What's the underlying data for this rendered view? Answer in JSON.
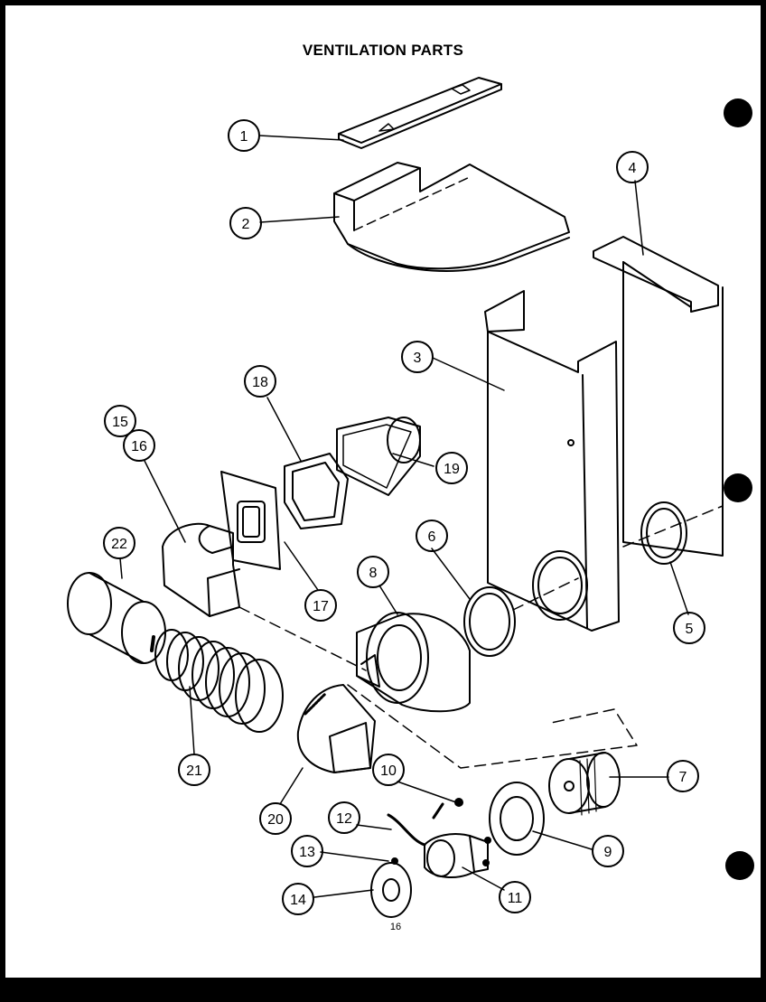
{
  "title": "VENTILATION PARTS",
  "page_number": "16",
  "callouts": [
    "1",
    "2",
    "3",
    "4",
    "5",
    "6",
    "7",
    "8",
    "9",
    "10",
    "11",
    "12",
    "13",
    "14",
    "15",
    "16",
    "17",
    "18",
    "19",
    "20",
    "21",
    "22"
  ],
  "colors": {
    "ink": "#000000",
    "paper": "#ffffff"
  }
}
